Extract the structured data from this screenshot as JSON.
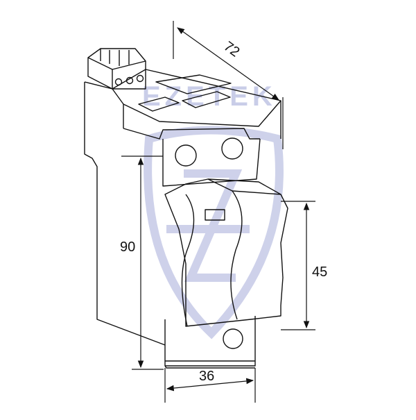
{
  "watermark": {
    "text": "EZETEK",
    "color": "#c9cde8"
  },
  "dimensions": {
    "depth": "72",
    "height": "90",
    "front_height": "45",
    "width": "36"
  },
  "colors": {
    "stroke": "#111111",
    "background": "#ffffff"
  }
}
